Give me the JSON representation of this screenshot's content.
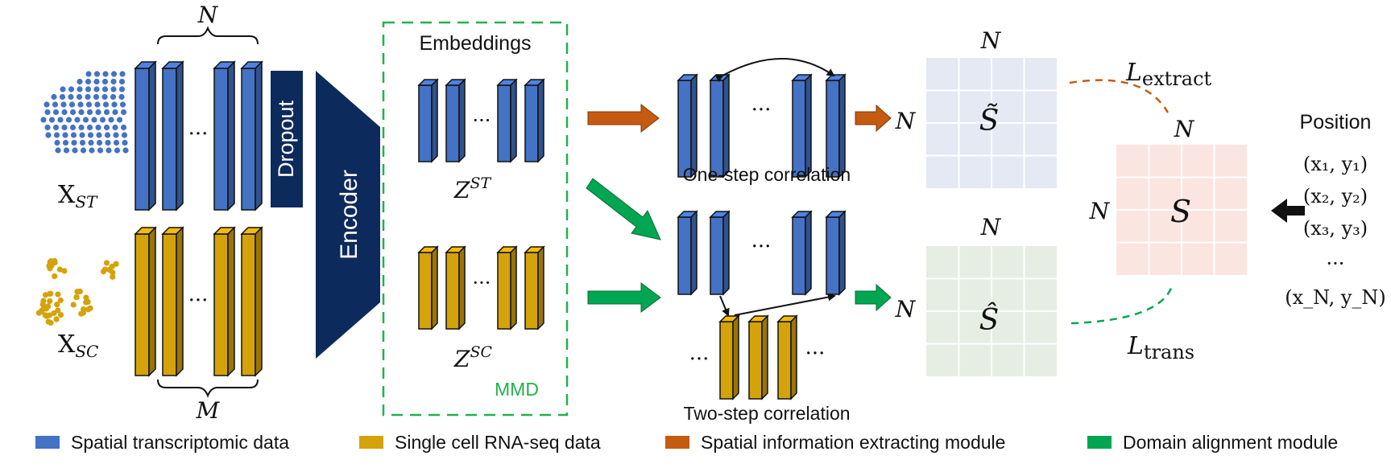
{
  "colors": {
    "spatial": "#4472C4",
    "single_cell": "#D4A30A",
    "extract": "#C55A11",
    "domain": "#00A651",
    "navy": "#0D2A5C",
    "matrix_blue": "#E4E9F4",
    "matrix_green": "#E6EEE3",
    "matrix_pink": "#FBE5E0"
  },
  "inputs": {
    "st_label": "X",
    "st_sub": "ST",
    "sc_label": "X",
    "sc_sub": "SC",
    "n_brace": "N",
    "m_brace": "M",
    "dots": "···"
  },
  "encoder": {
    "dropout": "Dropout",
    "encoder": "Encoder"
  },
  "embeddings": {
    "title": "Embeddings",
    "z_st": "Z",
    "z_st_sup": "ST",
    "z_sc": "Z",
    "z_sc_sup": "SC",
    "mmd": "MMD"
  },
  "correlation": {
    "one_step": "One-step correlation",
    "two_step": "Two-step correlation"
  },
  "matrices": {
    "n": "N",
    "s_tilde": "S̃",
    "s_hat": "Ŝ",
    "s": "S",
    "l_extract": "L",
    "l_extract_sub": "extract",
    "l_trans": "L",
    "l_trans_sub": "trans"
  },
  "position": {
    "title": "Position",
    "items": [
      "(x₁, y₁)",
      "(x₂, y₂)",
      "(x₃, y₃)",
      "···",
      "(x_N, y_N)"
    ]
  },
  "legend": [
    {
      "label": "Spatial transcriptomic data",
      "color": "#4472C4"
    },
    {
      "label": "Single cell RNA-seq data",
      "color": "#D4A30A"
    },
    {
      "label": "Spatial information extracting module",
      "color": "#C55A11"
    },
    {
      "label": "Domain alignment module",
      "color": "#00A651"
    }
  ]
}
